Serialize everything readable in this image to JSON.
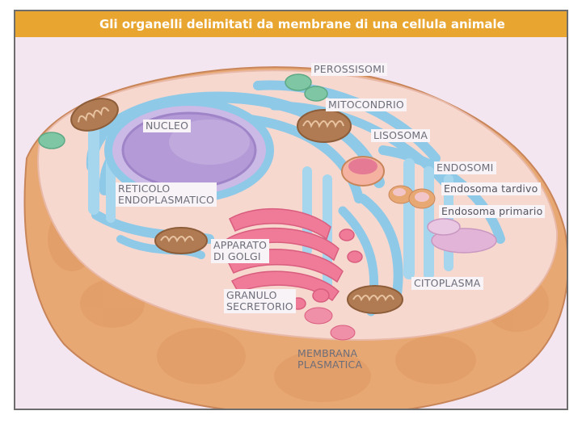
{
  "title": "Gli organelli delimitati da membrane di una cellula animale",
  "labels": {
    "perossisomi": "PEROSSISOMI",
    "mitocondrio": "MITOCONDRIO",
    "nucleo": "NUCLEO",
    "lisosoma": "LISOSOMA",
    "endosomi": "ENDOSOMI",
    "endosoma_tardivo": "Endosoma tardivo",
    "endosoma_primario": "Endosoma primario",
    "reticolo_1": "RETICOLO",
    "reticolo_2": "ENDOPLASMATICO",
    "golgi_1": "APPARATO",
    "golgi_2": "DI GOLGI",
    "granulo_1": "GRANULO",
    "granulo_2": "SECRETORIO",
    "citoplasma": "CITOPLASMA",
    "membrana_1": "MEMBRANA",
    "membrana_2": "PLASMATICA"
  },
  "colors": {
    "header": "#e8a530",
    "cytoplasm": "#f7d8cf",
    "membrane": "#e7a873",
    "er": "#8ec9e8",
    "nucleus": "#b49ad6",
    "golgi": "#ef7b98",
    "mitochondria": "#b07b52",
    "peroxisome": "#7fc6a4"
  }
}
